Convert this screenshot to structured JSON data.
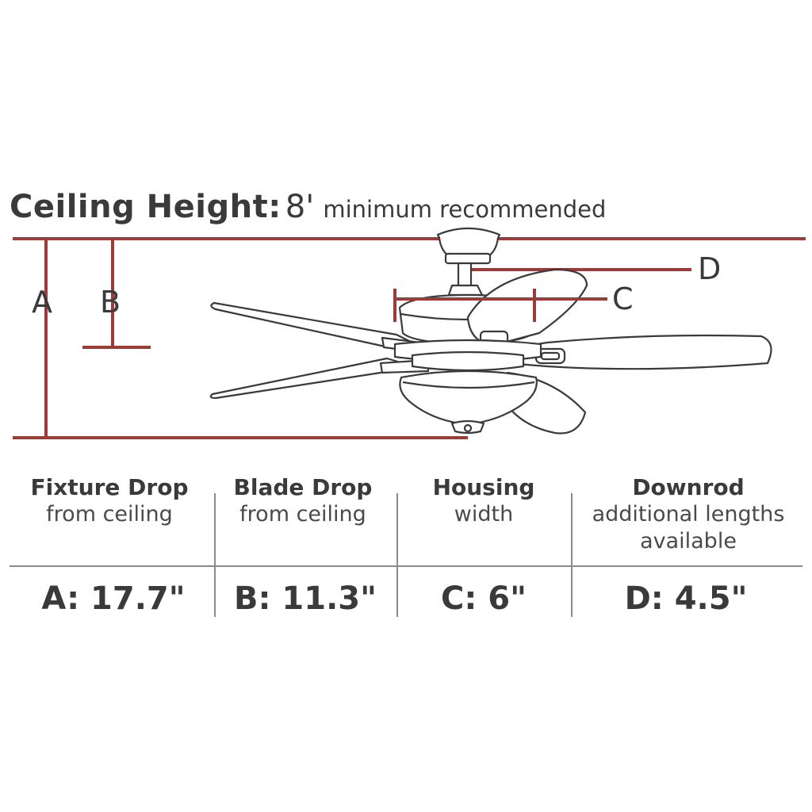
{
  "heading": {
    "label": "Ceiling Height:",
    "value": "8'",
    "note": "minimum recommended"
  },
  "dimension_letters": {
    "a": "A",
    "b": "B",
    "c": "C",
    "d": "D"
  },
  "colors": {
    "dimension_line": "#9b3c38",
    "text": "#3a3a3a",
    "divider": "#8a8a8a",
    "fan_outline": "#3a3a3a"
  },
  "columns": [
    {
      "title": "Fixture Drop",
      "sub1": "from ceiling",
      "sub2": "",
      "value": "A: 17.7\""
    },
    {
      "title": "Blade Drop",
      "sub1": "from ceiling",
      "sub2": "",
      "value": "B: 11.3\""
    },
    {
      "title": "Housing",
      "sub1": "width",
      "sub2": "",
      "value": "C: 6\""
    },
    {
      "title": "Downrod",
      "sub1": "additional lengths",
      "sub2": "available",
      "value": "D: 4.5\""
    }
  ],
  "icons": {
    "fan": "ceiling-fan-icon"
  }
}
